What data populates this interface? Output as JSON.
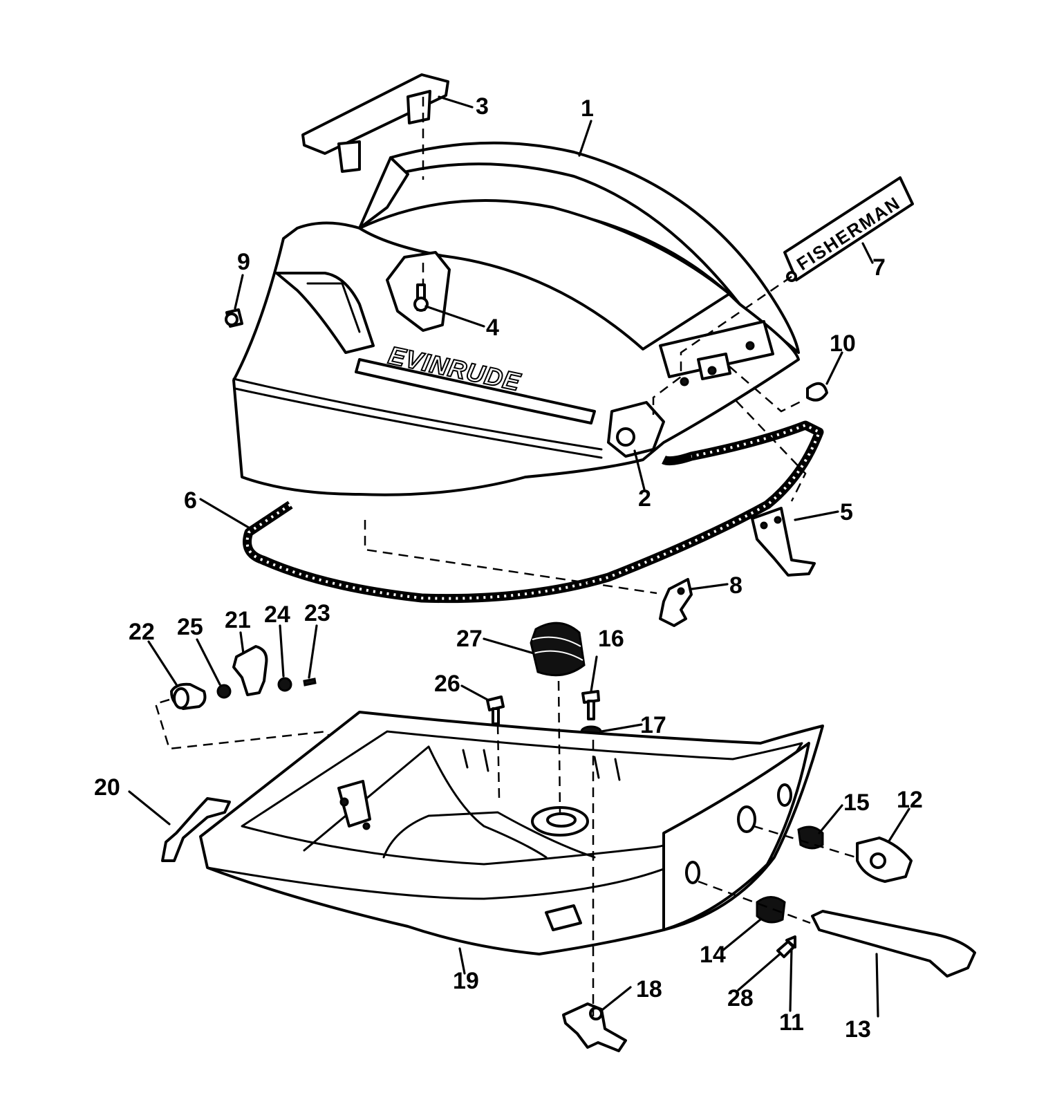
{
  "diagram": {
    "brand_text": "EVINRUDE",
    "badge_text": "FISHERMAN",
    "callouts": [
      "1",
      "2",
      "3",
      "4",
      "5",
      "6",
      "7",
      "8",
      "9",
      "10",
      "11",
      "12",
      "13",
      "14",
      "15",
      "16",
      "17",
      "18",
      "19",
      "20",
      "21",
      "22",
      "23",
      "24",
      "25",
      "26",
      "27",
      "28"
    ]
  }
}
